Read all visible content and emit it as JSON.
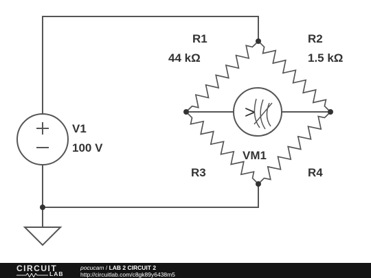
{
  "circuit": {
    "source": {
      "name": "V1",
      "value": "100 V"
    },
    "resistors": [
      {
        "name": "R1",
        "value": "44 kΩ"
      },
      {
        "name": "R2",
        "value": "1.5 kΩ"
      },
      {
        "name": "R3",
        "value": ""
      },
      {
        "name": "R4",
        "value": ""
      }
    ],
    "meter": {
      "name": "VM1",
      "symbol": ">"
    }
  },
  "footer": {
    "logo_top": "CIRCUIT",
    "logo_bottom": "LAB",
    "author": "pocucam",
    "separator": " / ",
    "title": "LAB 2 CIRCUIT 2",
    "url": "http://circuitlab.com/c8gk89y6438m5"
  }
}
